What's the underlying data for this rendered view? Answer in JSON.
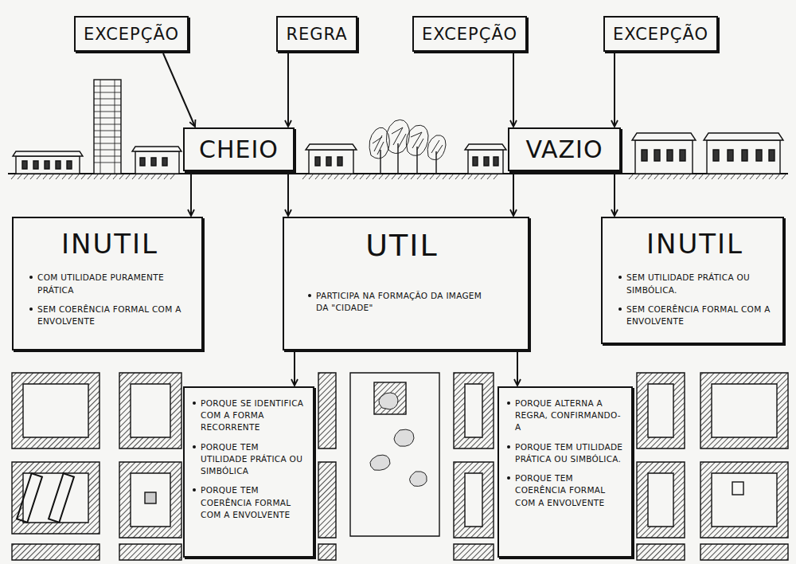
{
  "diagram": {
    "nodes": [
      {
        "text": [
          "EXCEPÇÃO"
        ]
      },
      {
        "text": [
          "REGRA"
        ]
      },
      {
        "text": [
          "EXCEPÇÃO"
        ]
      },
      {
        "text": [
          "EXCEPÇÃO"
        ]
      },
      {
        "text": [
          "CHEIO"
        ]
      },
      {
        "text": [
          "VAZIO"
        ]
      },
      {
        "text": [
          "INUTIL",
          "COM UTILIDADE PURAMENTE PRÁTICA",
          "SEM COERÊNCIA FORMAL COM A ENVOLVENTE"
        ]
      },
      {
        "text": [
          "UTIL",
          "PARTICIPA NA FORMAÇÃO DA IMAGEM DA \"CIDADE\""
        ]
      },
      {
        "text": [
          "INUTIL",
          "SEM UTILIDADE PRÁTICA OU SIMBÓLICA.",
          "SEM COERÊNCIA FORMAL COM A ENVOLVENTE"
        ]
      },
      {
        "text": [
          "PORQUE SE IDENTIFICA COM A FORMA RECORRENTE",
          "PORQUE TEM UTILIDADE PRÁTICA OU SIMBÓLICA",
          "PORQUE TEM COERÊNCIA FORMAL COM A ENVOLVENTE"
        ]
      },
      {
        "text": [
          "PORQUE ALTERNA A REGRA, CONFIRMANDO-A",
          "PORQUE TEM UTILIDADE PRÁTICA OU SIMBÓLICA.",
          "PORQUE TEM COERÊNCIA FORMAL COM A ENVOLVENTE"
        ]
      }
    ],
    "edges": [
      {
        "from": 0,
        "to": 4,
        "arrow": "to"
      },
      {
        "from": 1,
        "to": 4,
        "arrow": "to"
      },
      {
        "from": 2,
        "to": 5,
        "arrow": "to"
      },
      {
        "from": 3,
        "to": 5,
        "arrow": "to"
      },
      {
        "from": 4,
        "to": 6,
        "arrow": "to"
      },
      {
        "from": 4,
        "to": 7,
        "arrow": "to"
      },
      {
        "from": 5,
        "to": 7,
        "arrow": "to"
      },
      {
        "from": 5,
        "to": 8,
        "arrow": "to"
      },
      {
        "from": 7,
        "to": 9,
        "arrow": "to"
      },
      {
        "from": 7,
        "to": 10,
        "arrow": "to"
      }
    ]
  }
}
